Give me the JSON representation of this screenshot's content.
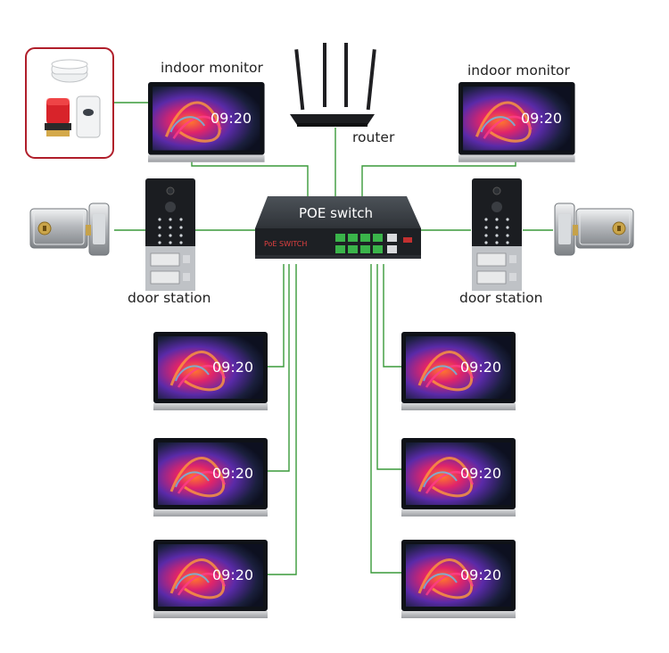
{
  "labels": {
    "indoor_monitor_left": "indoor monitor",
    "indoor_monitor_right": "indoor monitor",
    "router": "router",
    "switch": "POE switch",
    "door_station_left": "door station",
    "door_station_right": "door station"
  },
  "monitor_time": "09:20",
  "switch_brand": "PoE SWITCH",
  "colors": {
    "connection_line": "#3a9a3a",
    "alarm_border": "#b01e2a",
    "switch_body": "#3a3f45",
    "switch_front": "#1d2024",
    "port_green": "#3ab44a"
  }
}
